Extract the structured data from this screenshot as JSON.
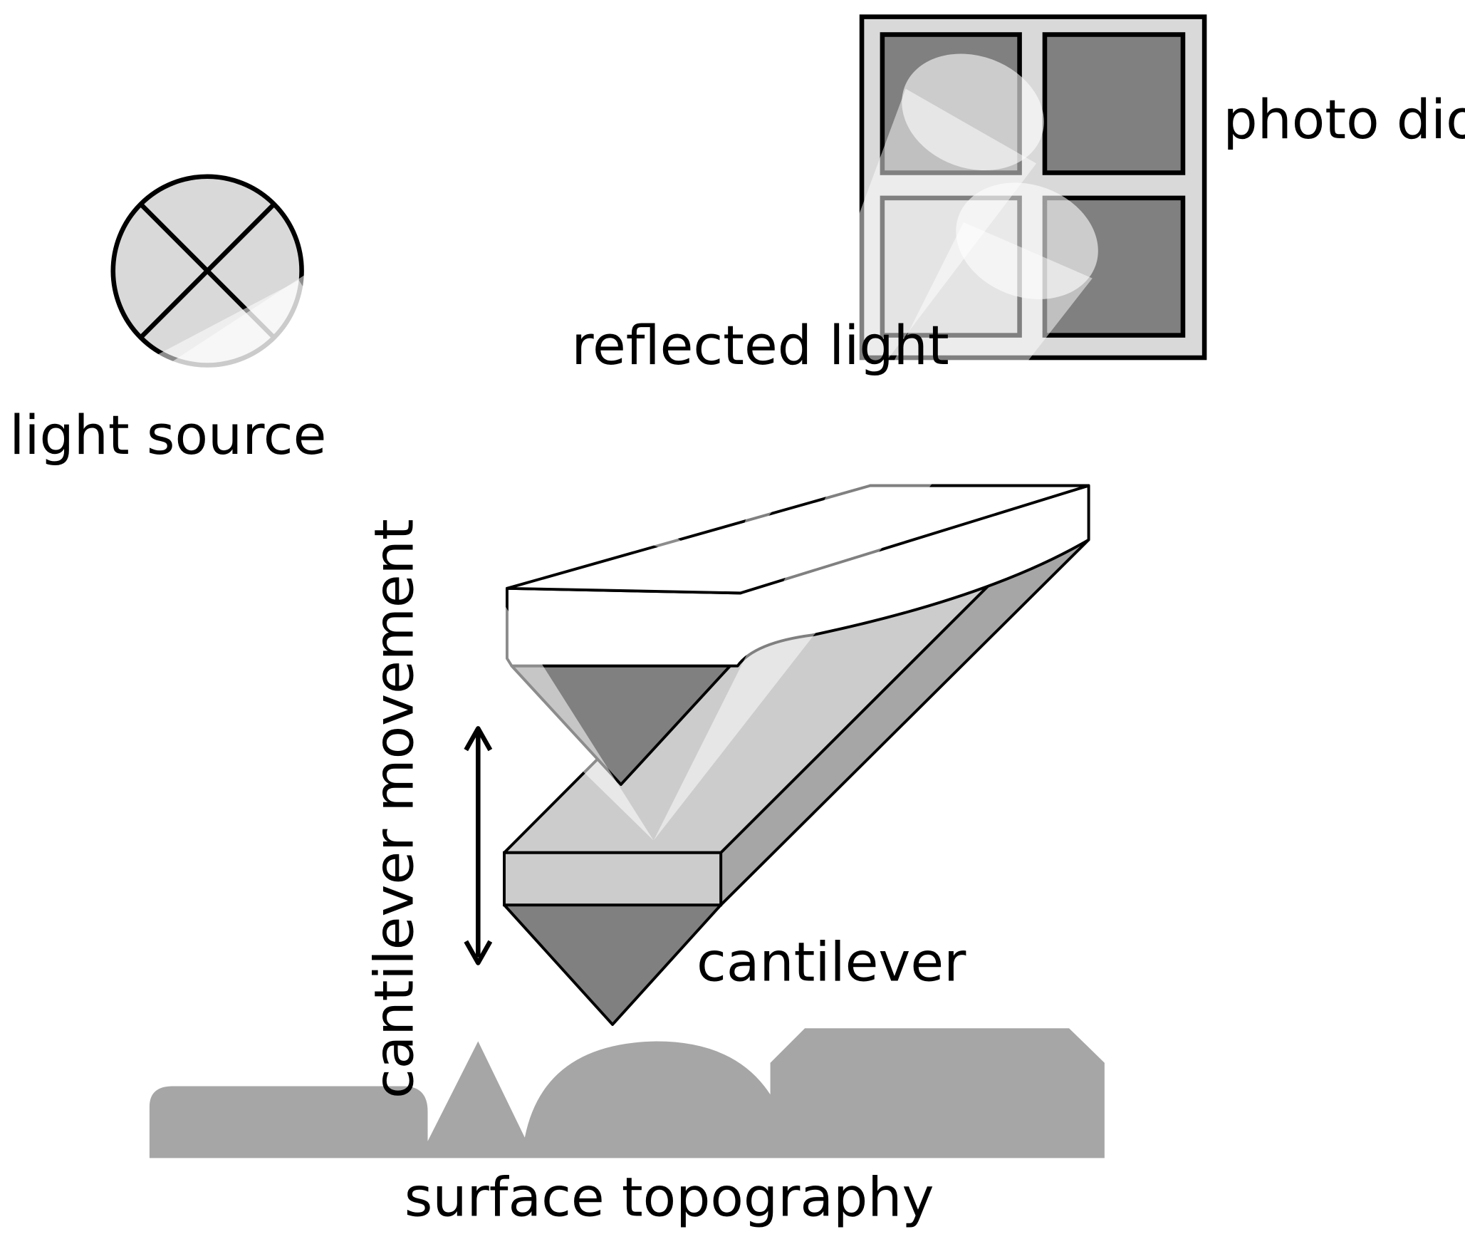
{
  "labels": {
    "photo_diode": "photo diode",
    "reflected_light": "reflected light",
    "light_source": "light source",
    "cantilever_movement": "cantilever movement",
    "cantilever": "cantilever",
    "surface_topography": "surface topography"
  },
  "icons": {
    "light_source": "circle-with-x-icon",
    "movement_arrow": "double-headed-vertical-arrow-icon"
  },
  "colors": {
    "background": "#ffffff",
    "stroke": "#000000",
    "dark_gray": "#808080",
    "mid_gray": "#a6a6a6",
    "light_gray": "#cccccc",
    "pale_gray": "#d9d9d9",
    "surface": "#a6a6a6"
  }
}
